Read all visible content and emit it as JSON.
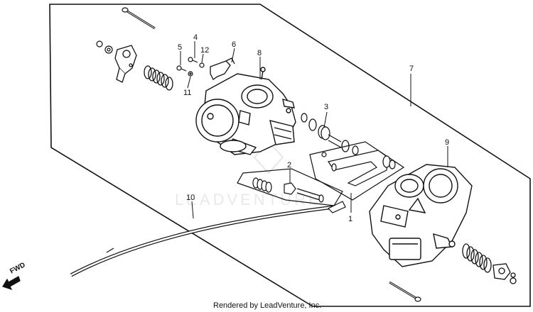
{
  "callouts": {
    "c1": "1",
    "c2": "2",
    "c3": "3",
    "c4": "4",
    "c5": "5",
    "c6": "6",
    "c7": "7",
    "c8": "8",
    "c9": "9",
    "c10": "10",
    "c11": "11",
    "c12": "12"
  },
  "direction_label": "FWD",
  "watermark": "LEADVENTURE",
  "credit": "Rendered by LeadVenture, Inc."
}
